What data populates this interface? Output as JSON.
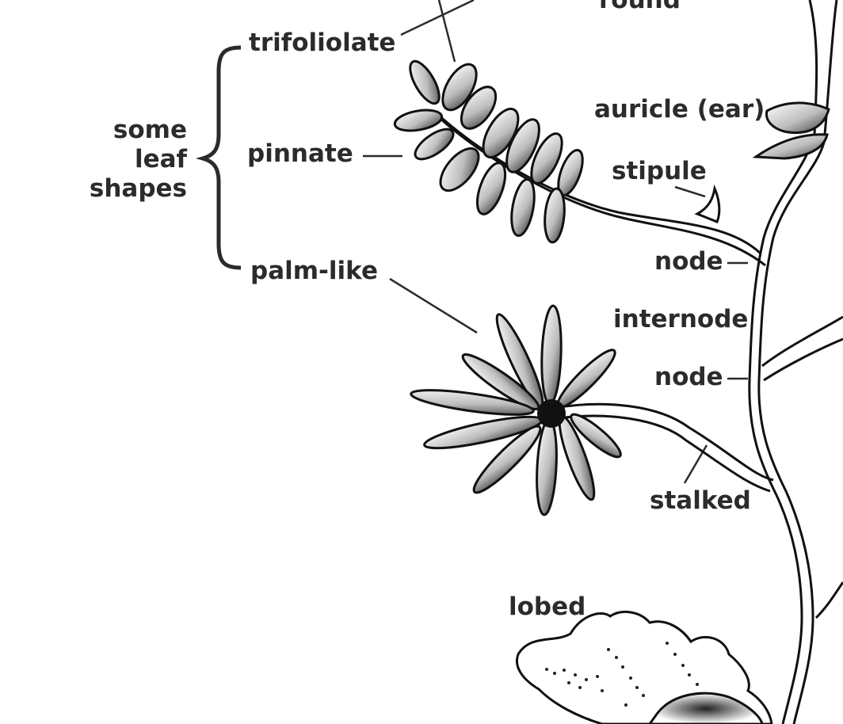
{
  "group_label": [
    "some",
    "leaf",
    "shapes"
  ],
  "labels": {
    "round": "round",
    "trifoliolate": "trifoliolate",
    "pinnate": "pinnate",
    "palm_like": "palm-like",
    "auricle": "auricle (ear)",
    "stipule": "stipule",
    "node_upper": "node",
    "internode": "internode",
    "node_lower": "node",
    "stalked": "stalked",
    "lobed": "lobed"
  }
}
